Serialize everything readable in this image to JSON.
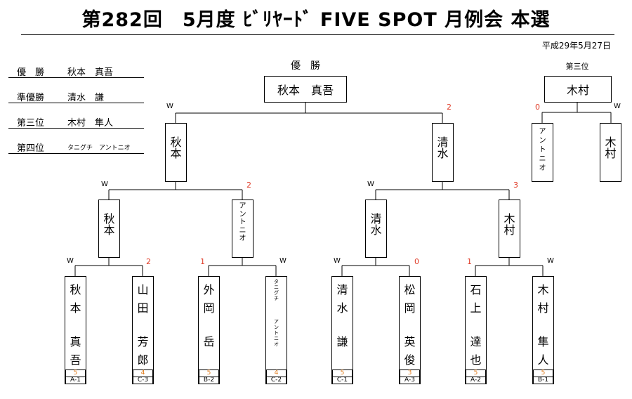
{
  "title": "第282回　5月度 ﾋﾞﾘﾔｰﾄﾞ FIVE SPOT 月例会 本選",
  "date": "平成29年5月27日",
  "results": [
    {
      "label": "優　勝",
      "name": "秋本　真吾"
    },
    {
      "label": "準優勝",
      "name": "清水　謙"
    },
    {
      "label": "第三位",
      "name": "木村　隼人"
    },
    {
      "label": "第四位",
      "name": "タニグチ　アントニオ"
    }
  ],
  "champion_heading": "優　勝",
  "champion_box": "秋本　真吾",
  "third_place_heading": "第三位",
  "third_place_box": "木村",
  "third_place_match": {
    "left": {
      "name": "アントニオ",
      "score": "0"
    },
    "right": {
      "name": "木村",
      "mark": "W"
    }
  },
  "final": {
    "left": {
      "name": "秋本",
      "mark": "W"
    },
    "right": {
      "name": "清水",
      "score": "2"
    }
  },
  "semifinals": [
    {
      "left": {
        "name": "秋本",
        "mark": "W"
      },
      "right": {
        "name": "アントニオ",
        "score": "2"
      }
    },
    {
      "left": {
        "name": "清水",
        "mark": "W"
      },
      "right": {
        "name": "木村",
        "score": "3"
      }
    }
  ],
  "first_round_marks": [
    {
      "left_mark": "W",
      "right_score": "2"
    },
    {
      "left_score": "1",
      "right_mark": "W"
    },
    {
      "left_mark": "W",
      "right_score": "0"
    },
    {
      "left_score": "1",
      "right_mark": "W"
    }
  ],
  "players": [
    {
      "line1": "秋本",
      "line2": "真吾",
      "seed": "5",
      "code": "A-1"
    },
    {
      "line1": "山田",
      "line2": "芳郎",
      "seed": "4",
      "code": "C-3"
    },
    {
      "line1": "外岡",
      "line2": "岳",
      "seed": "5",
      "code": "B-2"
    },
    {
      "line1": "タニグチ",
      "line2": "アントニオ",
      "seed": "4",
      "code": "C-2"
    },
    {
      "line1": "清水",
      "line2": "謙",
      "seed": "5",
      "code": "C-1"
    },
    {
      "line1": "松岡",
      "line2": "英俊",
      "seed": "3",
      "code": "A-3"
    },
    {
      "line1": "石上",
      "line2": "達也",
      "seed": "5",
      "code": "A-2"
    },
    {
      "line1": "木村",
      "line2": "隼人",
      "seed": "5",
      "code": "B-1"
    }
  ]
}
